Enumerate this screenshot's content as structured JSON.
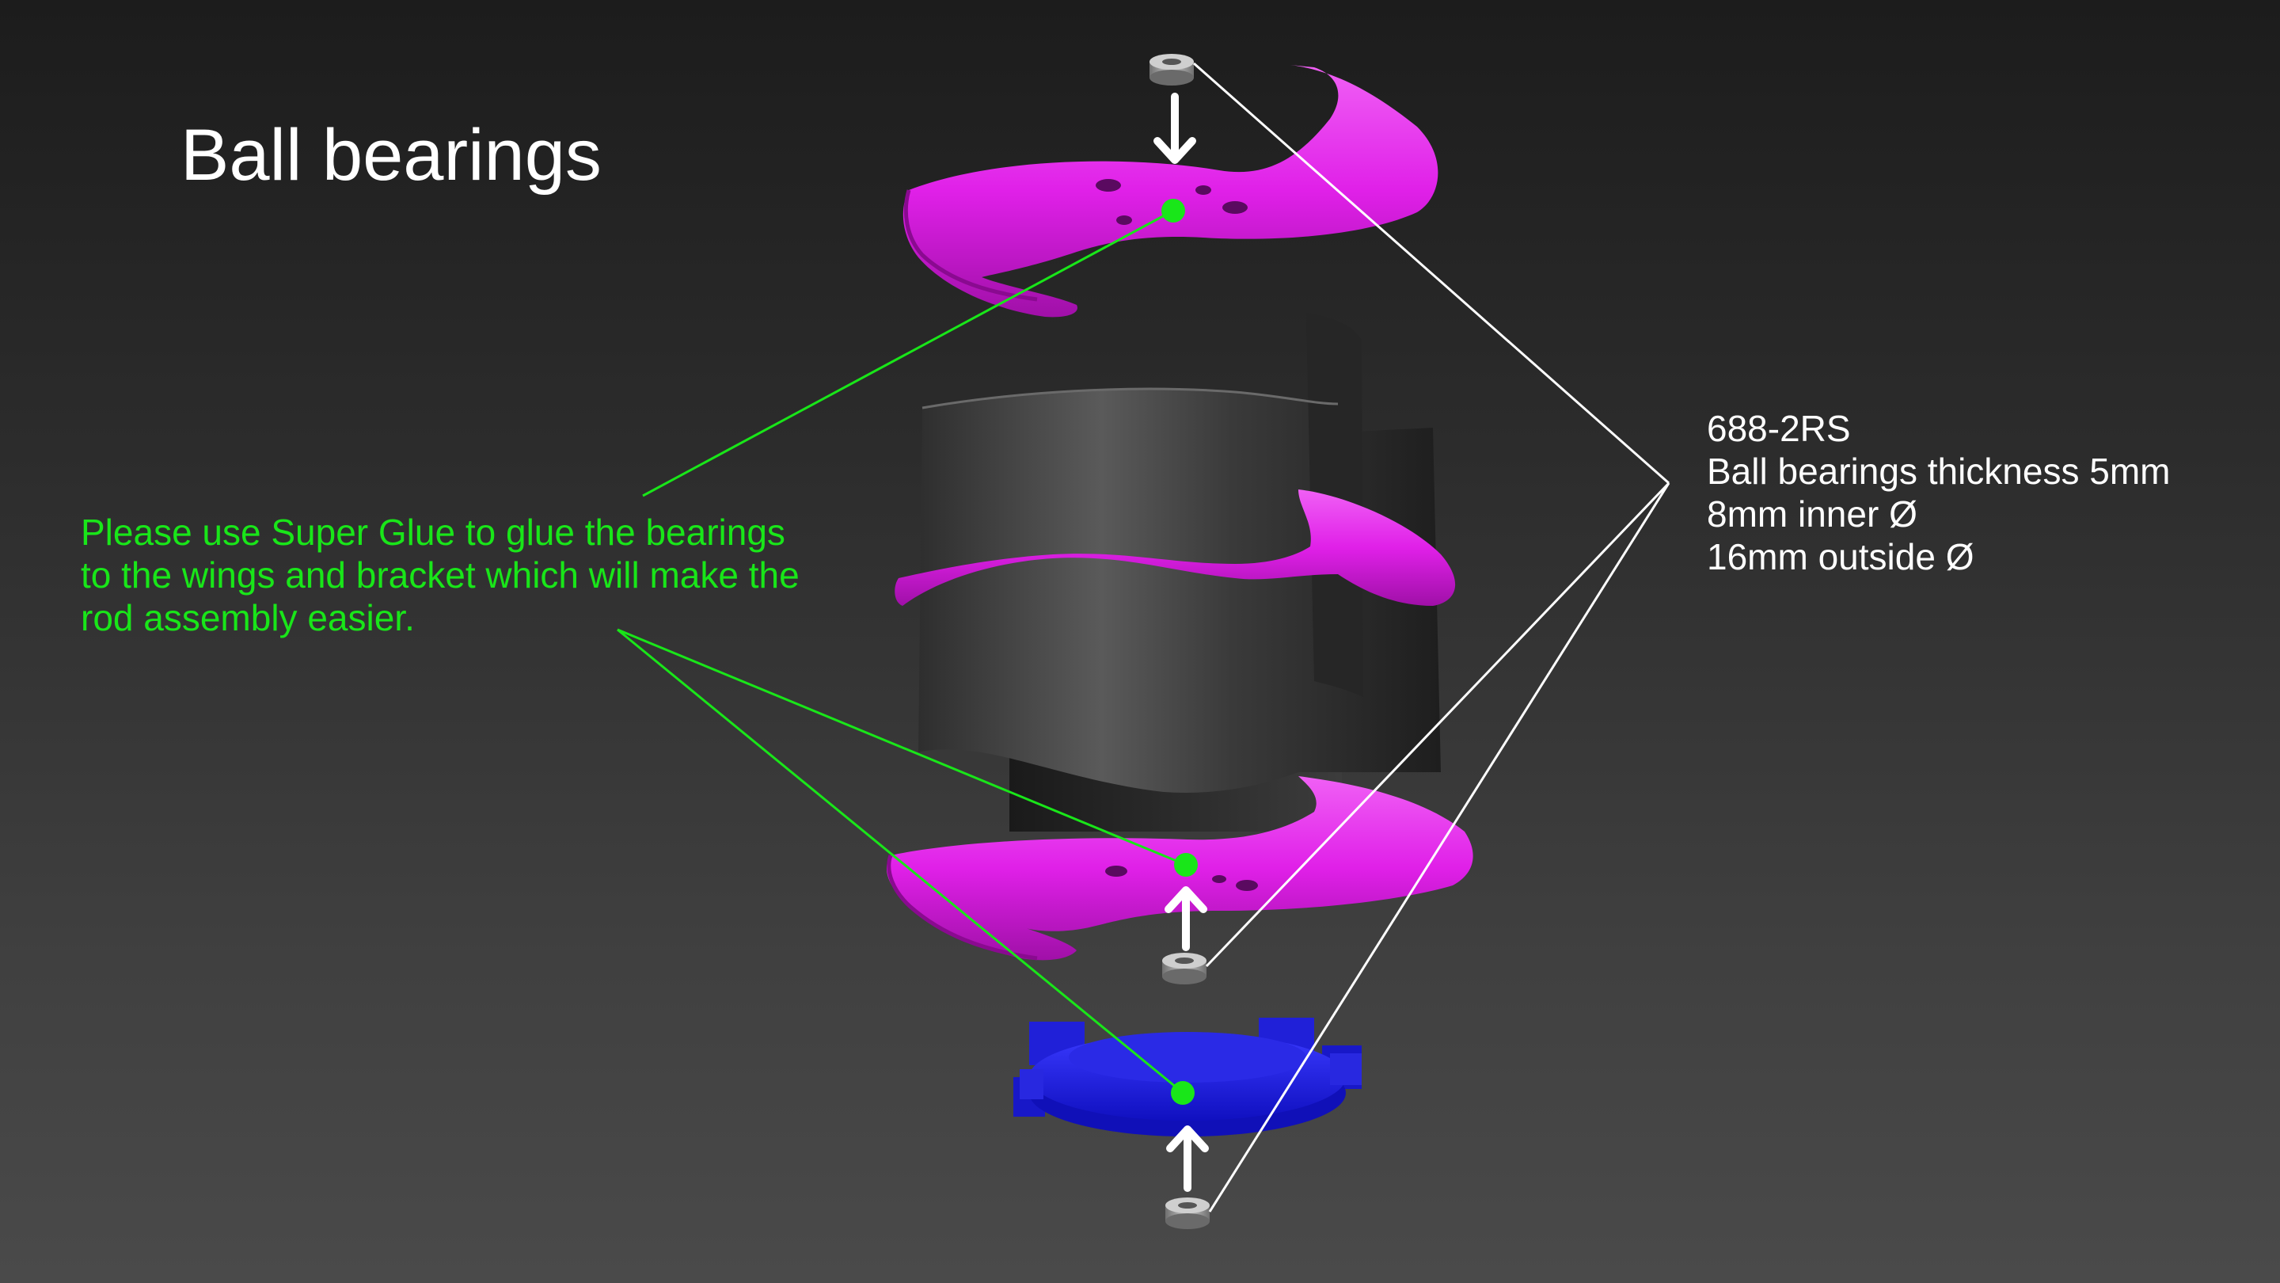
{
  "title": "Ball bearings",
  "glue_note": {
    "lines": [
      "Please use Super Glue to glue the bearings",
      "to the wings and bracket which will make the",
      "rod assembly easier."
    ]
  },
  "bearing_spec": {
    "lines": [
      "688-2RS",
      "Ball bearings thickness 5mm",
      "8mm inner Ø",
      "16mm outside Ø"
    ]
  },
  "colors": {
    "wing": "#e020e8",
    "bracket": "#1a1aee",
    "drum": "#4a4a4a",
    "glue_marker": "#19e619",
    "bearing": "#b8b8b8",
    "leader_white": "#ffffff",
    "leader_green": "#19e619"
  }
}
